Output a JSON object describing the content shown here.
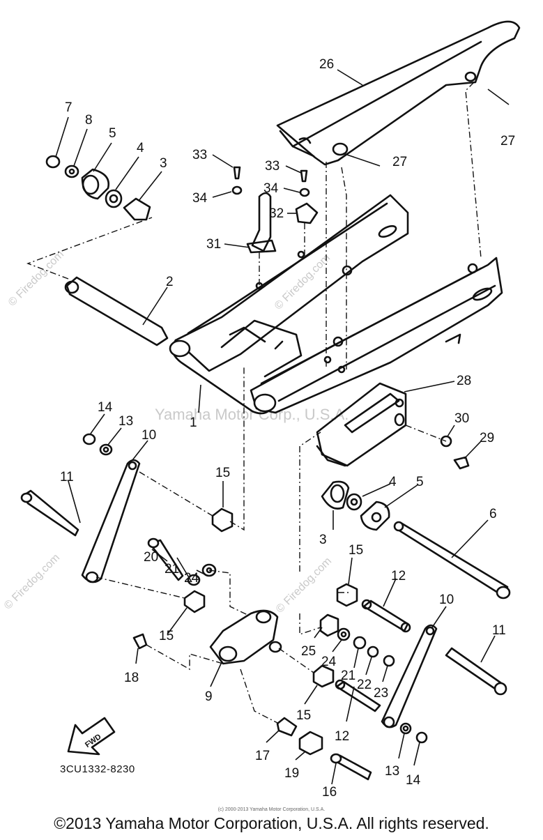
{
  "diagram": {
    "part_code": "3CU1332-8230",
    "fwd_label": "FWD",
    "watermark_firedog": "© Firedog.com",
    "watermark_yamaha": "Yamaha Motor Corp., U.S.A.",
    "credit_small": "(c) 2000-2013 Yamaha Motor Corporation, U.S.A.",
    "copyright": "©2013 Yamaha Motor Corporation, U.S.A. All rights reserved."
  },
  "callouts": [
    {
      "id": "c26",
      "text": "26"
    },
    {
      "id": "c27a",
      "text": "27"
    },
    {
      "id": "c27b",
      "text": "27"
    },
    {
      "id": "c7",
      "text": "7"
    },
    {
      "id": "c8",
      "text": "8"
    },
    {
      "id": "c5a",
      "text": "5"
    },
    {
      "id": "c4a",
      "text": "4"
    },
    {
      "id": "c3a",
      "text": "3"
    },
    {
      "id": "c33a",
      "text": "33"
    },
    {
      "id": "c33b",
      "text": "33"
    },
    {
      "id": "c34a",
      "text": "34"
    },
    {
      "id": "c34b",
      "text": "34"
    },
    {
      "id": "c32",
      "text": "32"
    },
    {
      "id": "c31",
      "text": "31"
    },
    {
      "id": "c2",
      "text": "2"
    },
    {
      "id": "c1",
      "text": "1"
    },
    {
      "id": "c28",
      "text": "28"
    },
    {
      "id": "c14a",
      "text": "14"
    },
    {
      "id": "c13a",
      "text": "13"
    },
    {
      "id": "c10a",
      "text": "10"
    },
    {
      "id": "c30",
      "text": "30"
    },
    {
      "id": "c29",
      "text": "29"
    },
    {
      "id": "c11a",
      "text": "11"
    },
    {
      "id": "c15a",
      "text": "15"
    },
    {
      "id": "c4b",
      "text": "4"
    },
    {
      "id": "c5b",
      "text": "5"
    },
    {
      "id": "c6",
      "text": "6"
    },
    {
      "id": "c3b",
      "text": "3"
    },
    {
      "id": "c20",
      "text": "20"
    },
    {
      "id": "c21a",
      "text": "21"
    },
    {
      "id": "c24a",
      "text": "24"
    },
    {
      "id": "c15b",
      "text": "15"
    },
    {
      "id": "c12a",
      "text": "12"
    },
    {
      "id": "c10b",
      "text": "10"
    },
    {
      "id": "c11b",
      "text": "11"
    },
    {
      "id": "c15c",
      "text": "15"
    },
    {
      "id": "c25",
      "text": "25"
    },
    {
      "id": "c24b",
      "text": "24"
    },
    {
      "id": "c21b",
      "text": "21"
    },
    {
      "id": "c22",
      "text": "22"
    },
    {
      "id": "c23",
      "text": "23"
    },
    {
      "id": "c18",
      "text": "18"
    },
    {
      "id": "c9",
      "text": "9"
    },
    {
      "id": "c15d",
      "text": "15"
    },
    {
      "id": "c12b",
      "text": "12"
    },
    {
      "id": "c17",
      "text": "17"
    },
    {
      "id": "c19",
      "text": "19"
    },
    {
      "id": "c13b",
      "text": "13"
    },
    {
      "id": "c14b",
      "text": "14"
    },
    {
      "id": "c16",
      "text": "16"
    }
  ]
}
